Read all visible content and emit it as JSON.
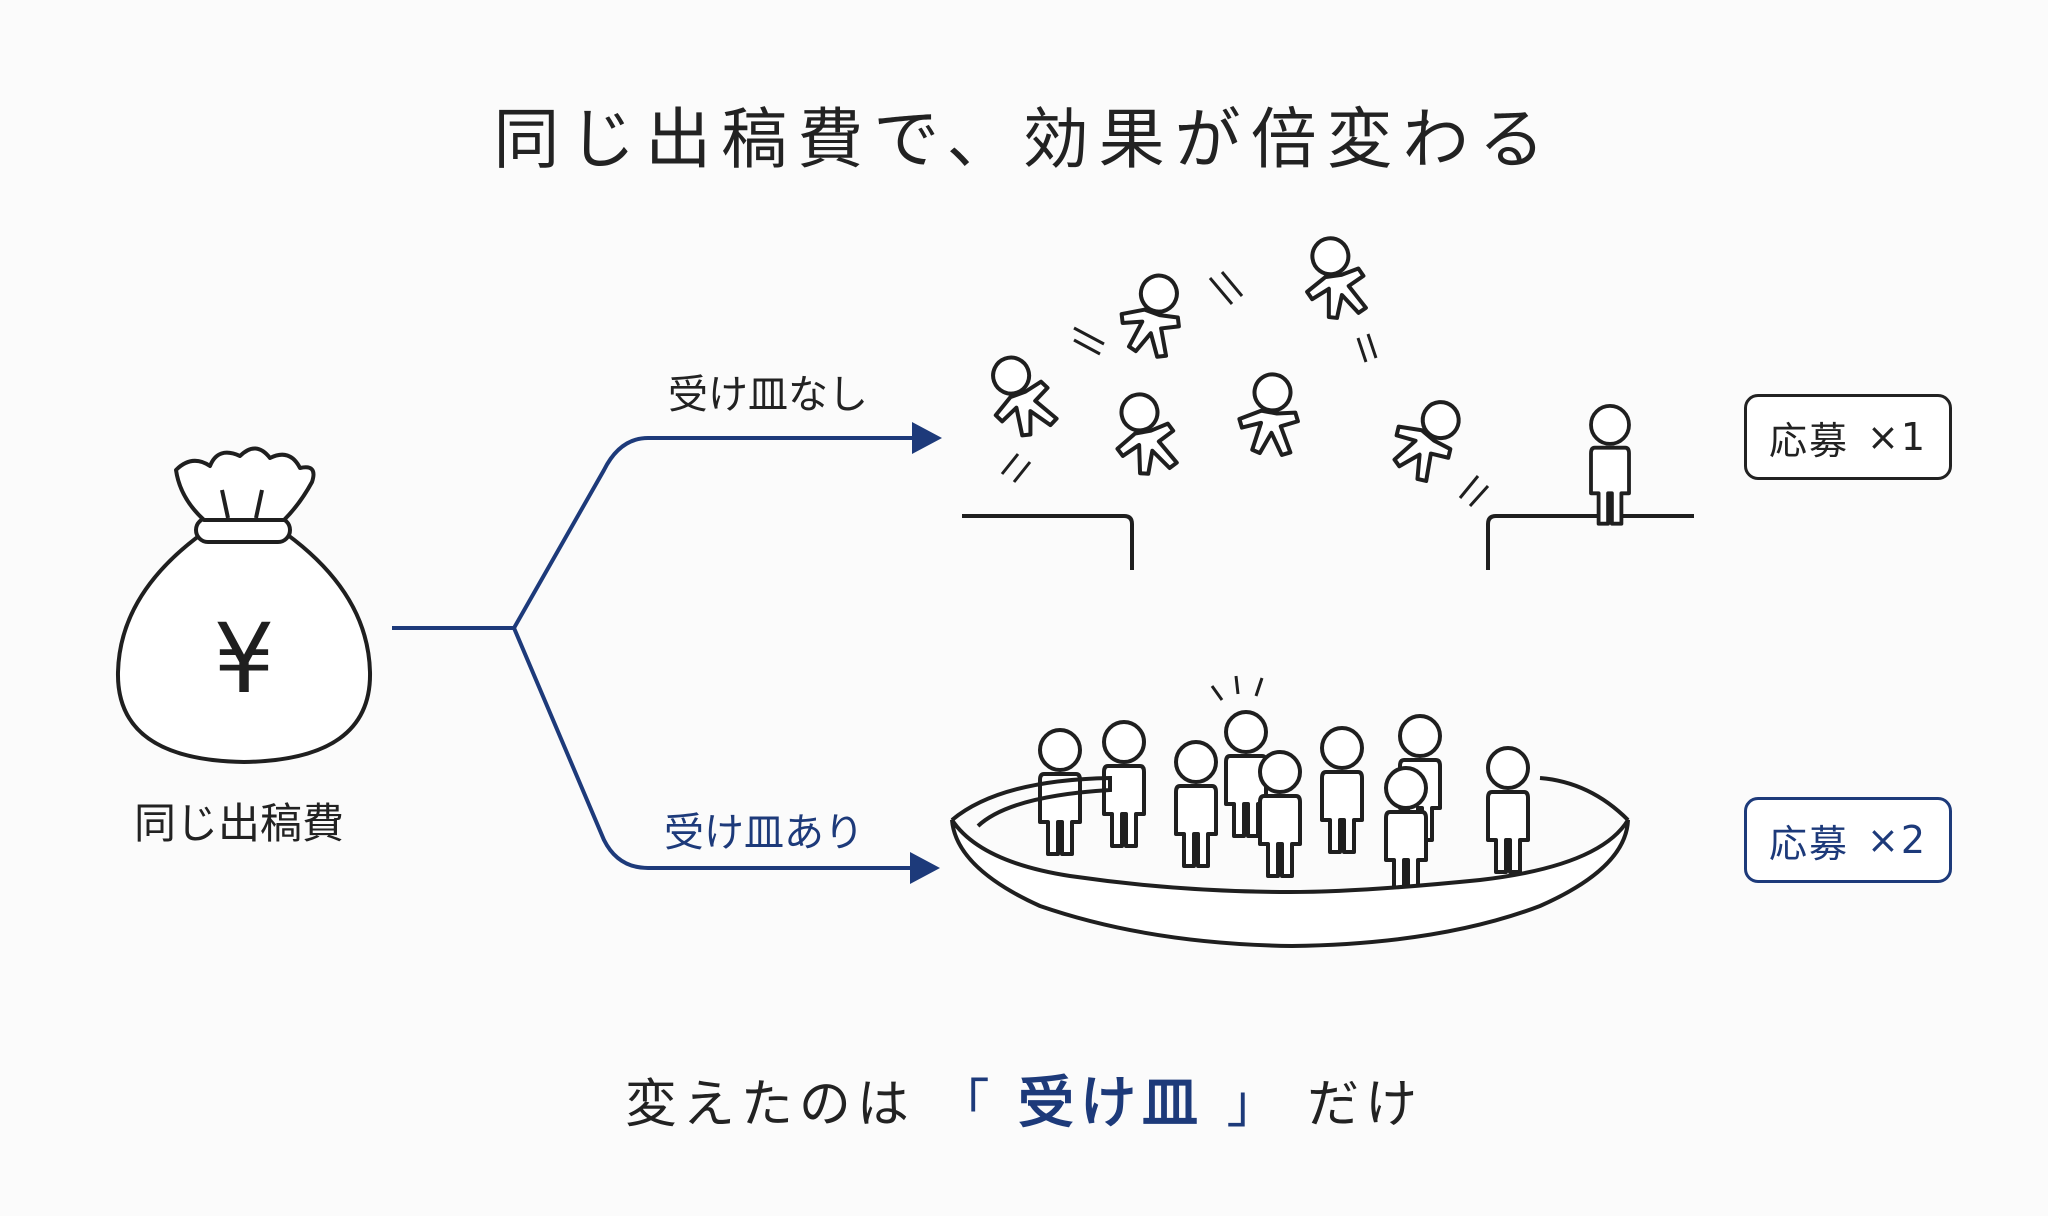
{
  "title": "同じ出稿費で、効果が倍変わる",
  "bag": {
    "symbol": "¥",
    "label": "同じ出稿費"
  },
  "branches": {
    "top": {
      "label": "受け皿なし",
      "result_prefix": "応募",
      "result_mult": "×1"
    },
    "bottom": {
      "label": "受け皿あり",
      "result_prefix": "応募",
      "result_mult": "×2"
    }
  },
  "footer": {
    "prefix": "変えたのは",
    "open_bracket": "「",
    "emphasis": "受け皿",
    "close_bracket": "」",
    "suffix": "だけ"
  },
  "colors": {
    "accent": "#1d3a7a",
    "ink": "#1f1f1f",
    "background": "#fbfbfb"
  }
}
